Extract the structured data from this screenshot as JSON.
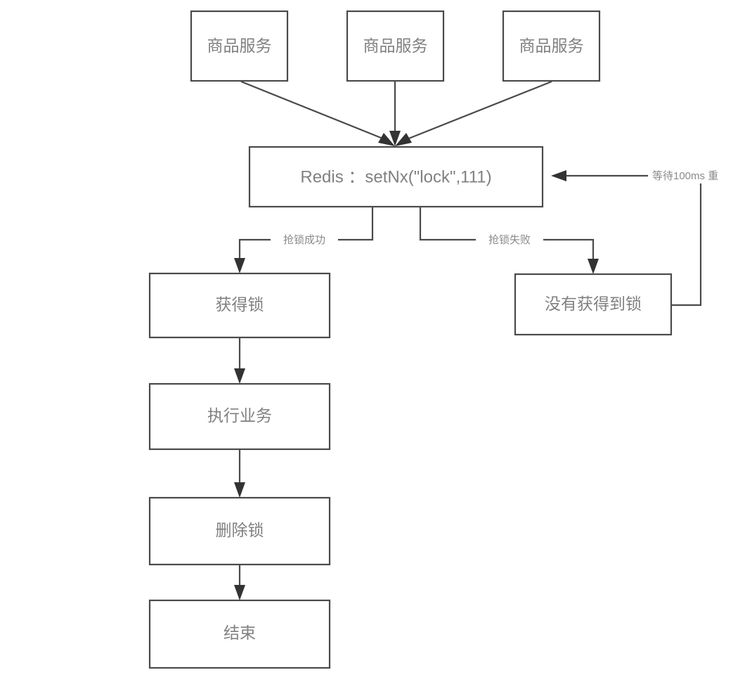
{
  "diagram": {
    "title": "Redis distributed lock flow",
    "colors": {
      "background": "#ffffff",
      "box_stroke": "#4a4a4a",
      "box_fill": "#ffffff",
      "node_text": "#808080",
      "edge_stroke": "#4a4a4a",
      "edge_label_text": "#8a8a8a",
      "arrow_fill": "#333333"
    },
    "nodes": {
      "service_1": {
        "label": "商品服务"
      },
      "service_2": {
        "label": "商品服务"
      },
      "service_3": {
        "label": "商品服务"
      },
      "redis": {
        "label": "Redis ：setNx(\"lock\",111)"
      },
      "got_lock": {
        "label": "获得锁"
      },
      "run_business": {
        "label": "执行业务"
      },
      "delete_lock": {
        "label": "删除锁"
      },
      "end": {
        "label": "结束"
      },
      "no_lock": {
        "label": "没有获得到锁"
      }
    },
    "edge_labels": {
      "lock_success": "抢锁成功",
      "lock_failed": "抢锁失败",
      "retry_wait": "等待100ms 重"
    }
  }
}
